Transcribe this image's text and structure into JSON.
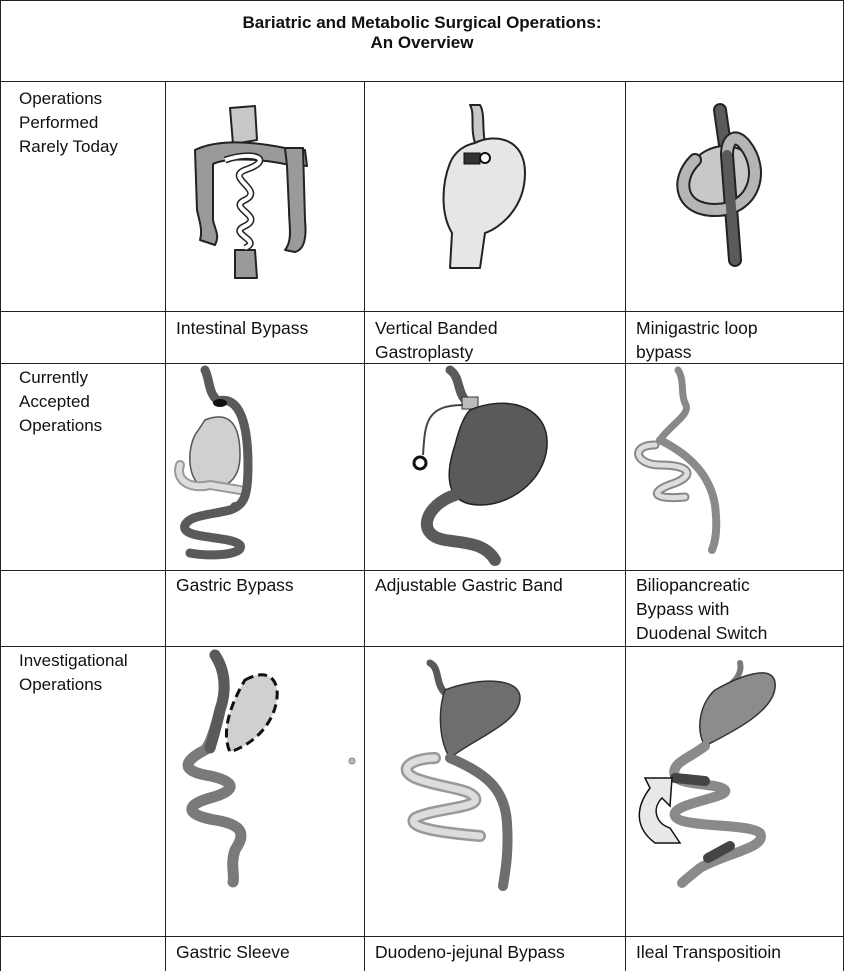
{
  "title_line1": "Bariatric and Metabolic Surgical Operations:",
  "title_line2": "An Overview",
  "rows": [
    {
      "category": "Operations\nPerformed\nRarely Today",
      "procedures": [
        "Intestinal Bypass",
        "Vertical Banded\nGastroplasty",
        "Minigastric loop\nbypass"
      ]
    },
    {
      "category": "Currently\nAccepted\nOperations",
      "procedures": [
        "Gastric Bypass",
        "Adjustable Gastric Band",
        "Biliopancreatic\nBypass with\nDuodenal Switch"
      ]
    },
    {
      "category": "Investigational\nOperations",
      "procedures": [
        "Gastric Sleeve",
        "Duodeno-jejunal Bypass",
        "Ileal Transpositioin"
      ]
    }
  ],
  "colors": {
    "light": "#c8c8c8",
    "mid": "#8c8c8c",
    "dark": "#5a5a5a",
    "line": "#222222"
  }
}
